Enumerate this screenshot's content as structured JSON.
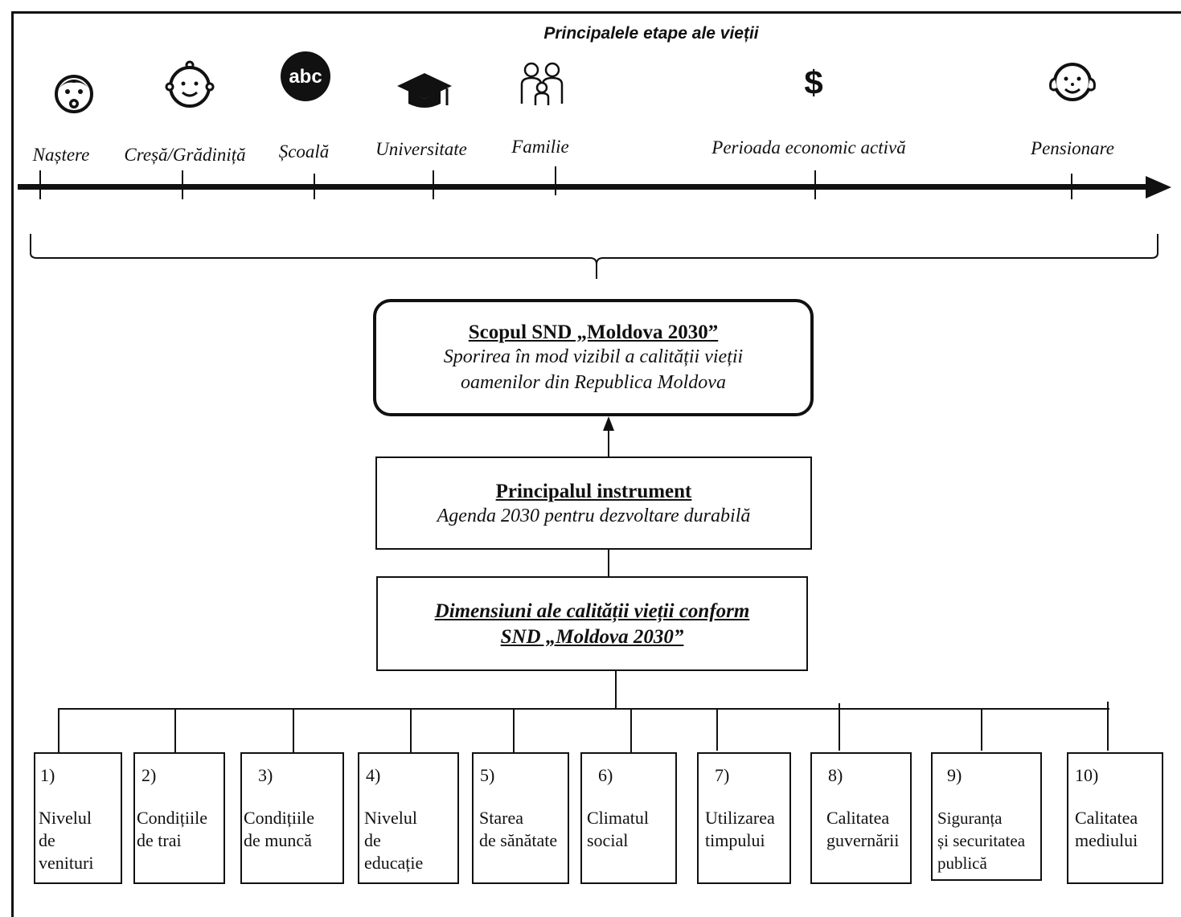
{
  "timeline": {
    "title": "Principalele etape ale vieții",
    "stages": [
      {
        "label": "Naștere",
        "icon": "baby-pacifier-icon"
      },
      {
        "label": "Creșă/Grădiniță",
        "icon": "toddler-face-icon"
      },
      {
        "label": "Școală",
        "icon": "abc-circle-icon"
      },
      {
        "label": "Universitate",
        "icon": "graduation-cap-icon"
      },
      {
        "label": "Familie",
        "icon": "family-icon"
      },
      {
        "label": "Perioada economic activă",
        "icon": "dollar-icon"
      },
      {
        "label": "Pensionare",
        "icon": "elder-face-icon"
      }
    ]
  },
  "goal": {
    "heading": "Scopul SND „Moldova 2030”",
    "line1": "Sporirea în mod vizibil a calității vieții",
    "line2": "oamenilor din Republica Moldova"
  },
  "instrument": {
    "heading": "Principalul instrument",
    "text": "Agenda 2030 pentru dezvoltare durabilă"
  },
  "dimensions_box": {
    "line1": "Dimensiuni ale calității vieții conform",
    "line2": "SND „Moldova 2030”"
  },
  "dimensions": [
    {
      "num": "1)",
      "text": "Nivelul\nde\nvenituri"
    },
    {
      "num": "2)",
      "text": "Condițiile\nde trai"
    },
    {
      "num": "3)",
      "text": "Condițiile\nde muncă"
    },
    {
      "num": "4)",
      "text": "Nivelul\n  de\neducație"
    },
    {
      "num": "5)",
      "text": "Starea\nde sănătate"
    },
    {
      "num": "6)",
      "text": "Climatul\nsocial"
    },
    {
      "num": "7)",
      "text": "Utilizarea\ntimpului"
    },
    {
      "num": "8)",
      "text": "Calitatea\nguvernării"
    },
    {
      "num": "9)",
      "text": "Siguranța\n și securitatea\n publică"
    },
    {
      "num": "10)",
      "text": "Calitatea\nmediului"
    }
  ]
}
